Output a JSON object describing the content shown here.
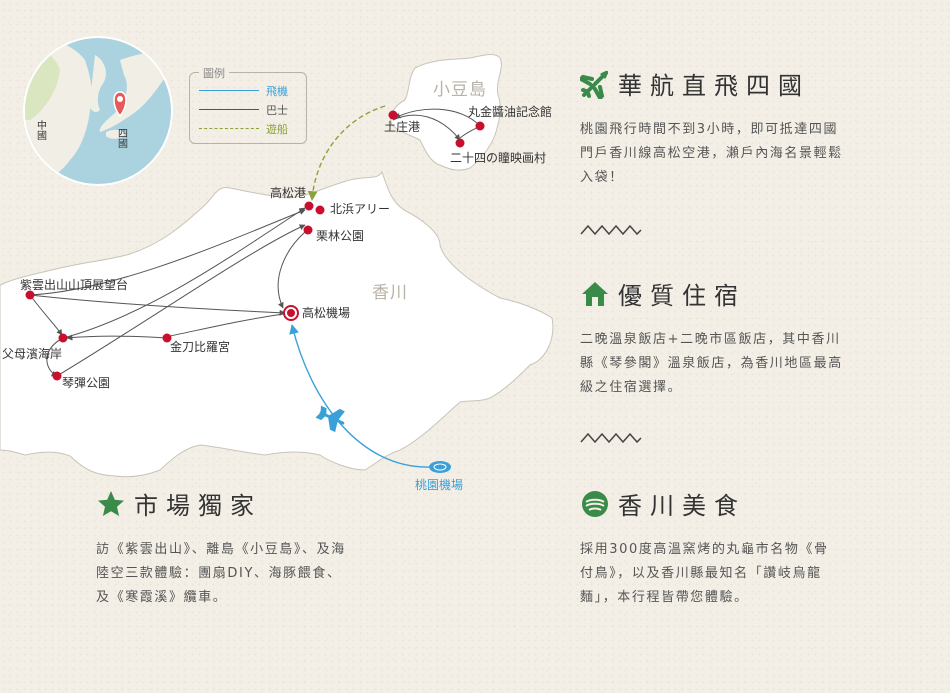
{
  "legend": {
    "title": "圖例",
    "items": [
      {
        "label": "飛機",
        "color": "#3aa0d8",
        "style": "solid"
      },
      {
        "label": "巴士",
        "color": "#555555",
        "style": "solid"
      },
      {
        "label": "遊船",
        "color": "#8aa23c",
        "style": "dashed"
      }
    ]
  },
  "globe": {
    "labels": [
      "中國",
      "四國"
    ]
  },
  "map": {
    "regions": [
      "小豆島",
      "香川"
    ],
    "places": [
      "土庄港",
      "丸金醬油記念館",
      "二十四の瞳映画村",
      "高松港",
      "北浜アリー",
      "栗林公園",
      "紫雲出山山頂展望台",
      "父母濱海岸",
      "金刀比羅宮",
      "高松機場",
      "琴彈公園",
      "桃園機場"
    ]
  },
  "sections": [
    {
      "title": "華航直飛四國",
      "icon": "airplane-icon",
      "lines": [
        "桃園飛行時間不到3小時，即可抵達四國",
        "門戶香川線高松空港，瀨戶內海名景輕鬆",
        "入袋！"
      ]
    },
    {
      "title": "優質住宿",
      "icon": "house-icon",
      "lines": [
        "二晚溫泉飯店+二晚市區飯店，其中香川",
        "縣《琴參閣》溫泉飯店，為香川地區最高",
        "級之住宿選擇。"
      ]
    },
    {
      "title": "市場獨家",
      "icon": "star-icon",
      "lines": [
        "訪《紫雲出山》、離島《小豆島》、及海",
        "陸空三款體驗：團扇DIY、海豚餵食、",
        "及《寒霞溪》纜車。"
      ]
    },
    {
      "title": "香川美食",
      "icon": "food-bowl-icon",
      "lines": [
        "採用300度高溫窯烤的丸龜市名物《骨",
        "付鳥》，以及香川縣最知名「讚岐烏龍",
        "麵」，本行程皆帶您體驗。"
      ]
    }
  ],
  "colors": {
    "accent": "#3a8a4a",
    "marker": "#c8102e",
    "flight": "#3aa0d8",
    "ferry": "#8aa23c"
  }
}
